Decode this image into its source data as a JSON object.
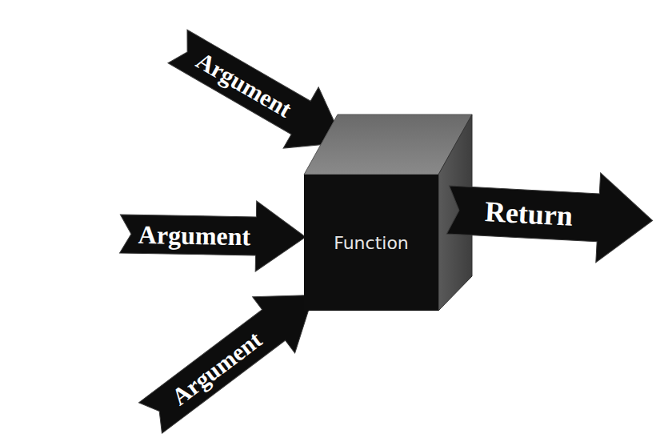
{
  "diagram": {
    "nodes": [
      {
        "text": [
          "Function"
        ]
      }
    ],
    "labels": [
      "Argument",
      "Argument",
      "Argument",
      "Return"
    ]
  }
}
